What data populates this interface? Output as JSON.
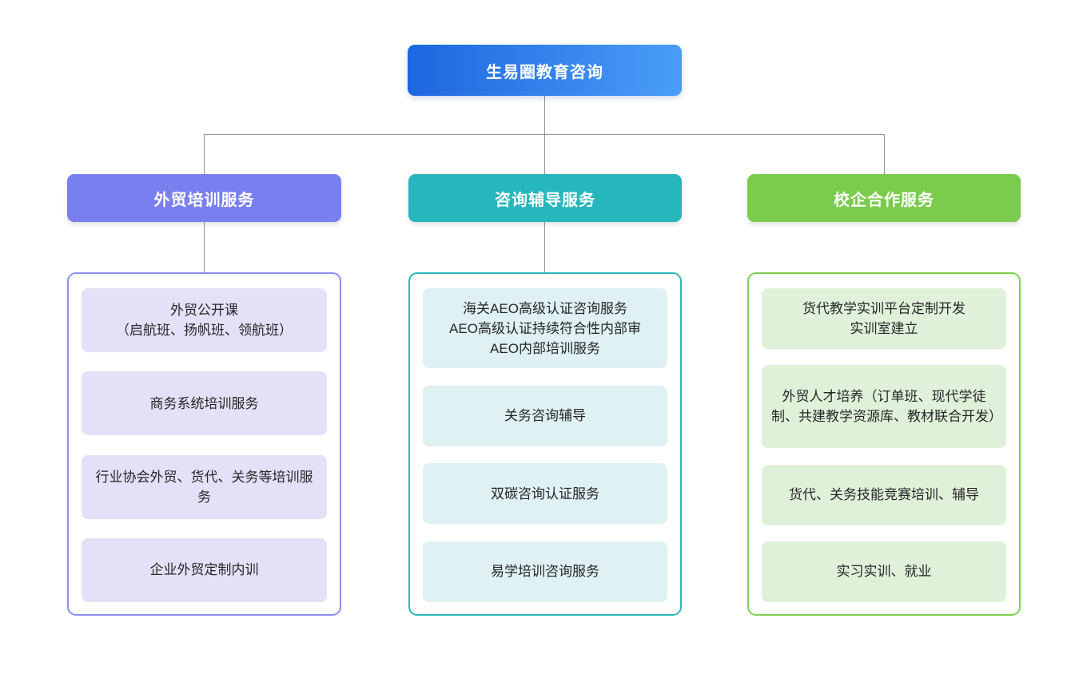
{
  "page": {
    "background": "#FFFFFF",
    "connector_color": "#8F949B"
  },
  "root": {
    "label": "生易圈教育咨询",
    "gradient_start": "#1D67DF",
    "gradient_end": "#4A9DF8",
    "text_color": "#FFFFFF"
  },
  "branches": [
    {
      "label": "外贸培训服务",
      "header_color": "#7A7FEF",
      "border_color": "#8B90F0",
      "item_bg": "#E3E1F7",
      "items": [
        {
          "lines": [
            "外贸公开课",
            "（启航班、扬帆班、领航班）"
          ]
        },
        {
          "lines": [
            "商务系统培训服务"
          ]
        },
        {
          "lines": [
            "行业协会外贸、货代、关务等培训服务"
          ]
        },
        {
          "lines": [
            "企业外贸定制内训"
          ]
        }
      ]
    },
    {
      "label": "咨询辅导服务",
      "header_color": "#26B6BB",
      "border_color": "#2BB8BD",
      "item_bg": "#DFF1F2",
      "items": [
        {
          "lines": [
            "海关AEO高级认证咨询服务",
            "AEO高级认证持续符合性内部审",
            "AEO内部培训服务"
          ]
        },
        {
          "lines": [
            "关务咨询辅导"
          ]
        },
        {
          "lines": [
            "双碳咨询认证服务"
          ]
        },
        {
          "lines": [
            "易学培训咨询服务"
          ]
        }
      ]
    },
    {
      "label": "校企合作服务",
      "header_color": "#7BCB4D",
      "border_color": "#7ECD52",
      "item_bg": "#E0F1DA",
      "items": [
        {
          "lines": [
            "货代教学实训平台定制开发",
            "实训室建立"
          ]
        },
        {
          "lines": [
            "外贸人才培养（订单班、现代学徒制、共建教学资源库、教材联合开发）"
          ]
        },
        {
          "lines": [
            "货代、关务技能竞赛培训、辅导"
          ]
        },
        {
          "lines": [
            "实习实训、就业"
          ]
        }
      ]
    }
  ]
}
